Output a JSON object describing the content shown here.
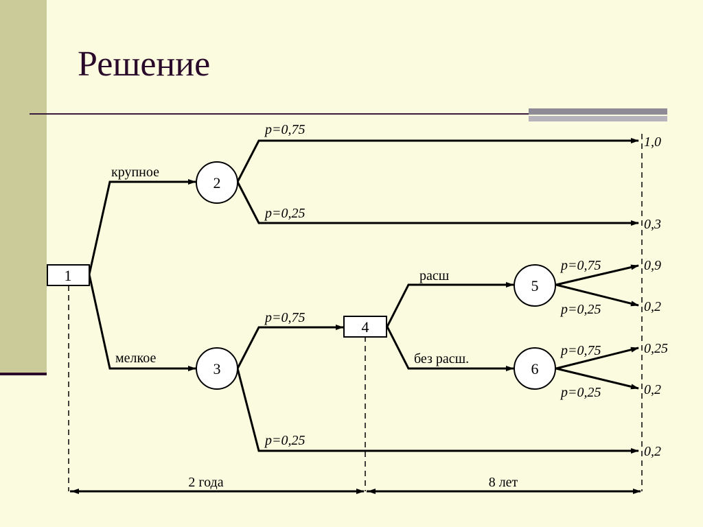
{
  "title": "Решение",
  "nodes": {
    "n1": "1",
    "n2": "2",
    "n3": "3",
    "n4": "4",
    "n5": "5",
    "n6": "6"
  },
  "branches": {
    "large": "крупное",
    "small": "мелкое",
    "expand": "расш",
    "no_expand": "без расш."
  },
  "probabilities": {
    "n2_high": "p=0,75",
    "n2_low": "p=0,25",
    "n3_high": "p=0,75",
    "n3_low": "p=0,25",
    "n5_high": "p=0,75",
    "n5_low": "p=0,25",
    "n6_high": "p=0,75",
    "n6_low": "p=0,25"
  },
  "outcomes": {
    "o1": "1,0",
    "o2": "0,3",
    "o3": "0,9",
    "o4": "0,2",
    "o5": "0,25",
    "o6": "0,2",
    "o7": "0,2"
  },
  "timeline": {
    "period1": "2 года",
    "period2": "8 лет"
  }
}
